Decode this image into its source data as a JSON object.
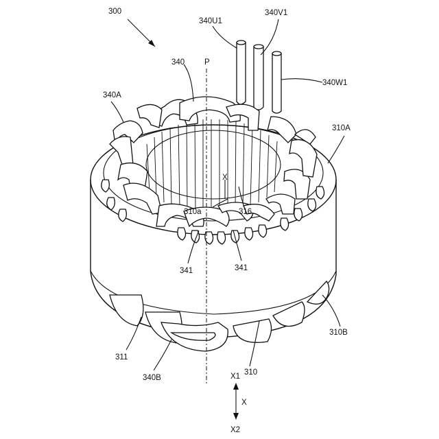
{
  "labels": {
    "ref_300": "300",
    "ref_340U1": "340U1",
    "ref_340V1": "340V1",
    "ref_340W1": "340W1",
    "ref_340": "340",
    "ref_P": "P",
    "ref_340A": "340A",
    "ref_310A": "310A",
    "ref_X_inner": "X",
    "ref_310a": "310a",
    "ref_316": "316",
    "ref_341_left": "341",
    "ref_341_right": "341",
    "ref_311": "311",
    "ref_310": "310",
    "ref_310B": "310B",
    "ref_340B": "340B",
    "axis_X1": "X1",
    "axis_X": "X",
    "axis_X2": "X2"
  }
}
